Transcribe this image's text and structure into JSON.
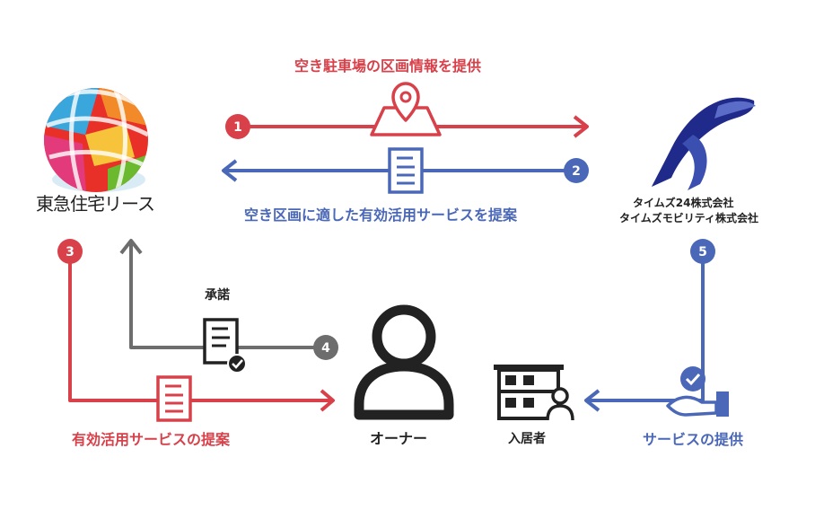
{
  "step1_label": "空き駐車場の区画情報を提供",
  "step2_label": "空き区画に適した有効活用サービスを提案",
  "step3_label": "有効活用サービスの提案",
  "step4_label": "承諾",
  "step5_label": "サービスの提供",
  "step_numbers": [
    "1",
    "2",
    "3",
    "4",
    "5"
  ],
  "left_company": "東急住宅リース",
  "right_company": [
    "タイムズ24株式会社",
    "タイムズモビリティ株式会社"
  ],
  "owner_label": "オーナー",
  "resident_label": "入居者",
  "colors": {
    "red": "#d8404a",
    "blue": "#4a68b7",
    "gray": "#6d6d6d",
    "dark": "#222222"
  }
}
